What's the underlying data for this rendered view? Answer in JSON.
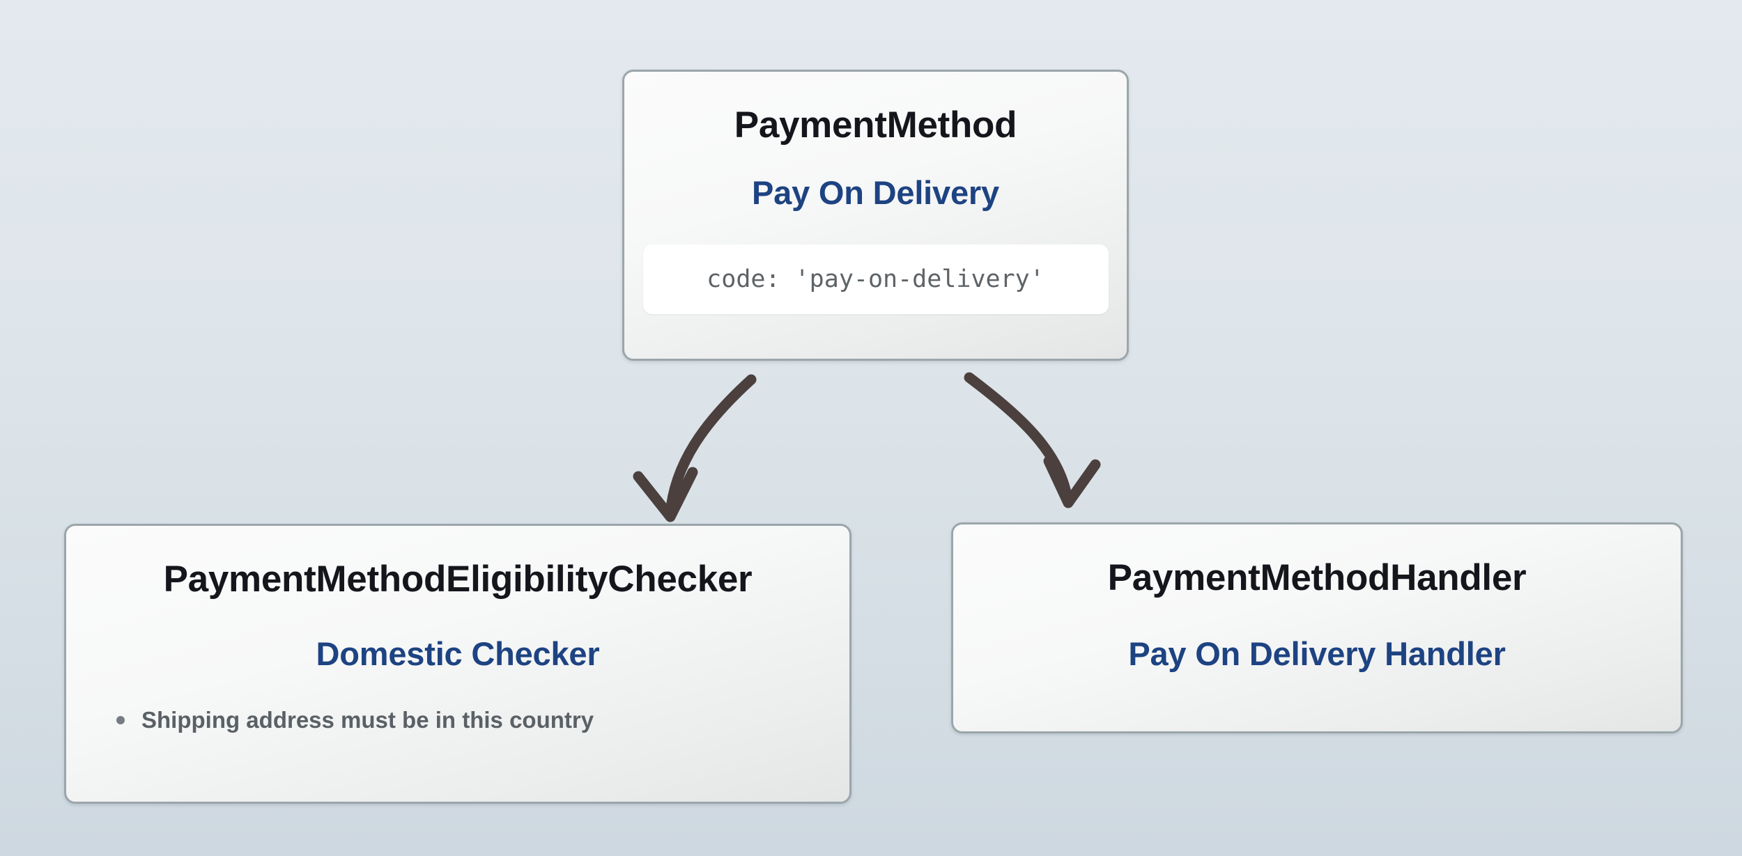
{
  "diagram": {
    "background_top_color": "#e3e9ee",
    "background_bottom_color": "#ced8e0",
    "node_border_color": "#9ba6ab",
    "type_label_color": "#14161c",
    "title_color": "#1d4382",
    "rule_text_color": "#5a6166",
    "code_text_color": "#5d6367",
    "edge_color": "#4b403e"
  },
  "nodes": {
    "payment_method": {
      "type_label": "PaymentMethod",
      "title": "Pay On Delivery",
      "code": "code: 'pay-on-delivery'"
    },
    "eligibility_checker": {
      "type_label": "PaymentMethodEligibilityChecker",
      "title": "Domestic Checker",
      "rules": [
        "Shipping address must be in this country"
      ]
    },
    "handler": {
      "type_label": "PaymentMethodHandler",
      "title": "Pay On Delivery Handler"
    }
  },
  "edges": [
    {
      "from": "payment_method",
      "to": "eligibility_checker",
      "style": "curved-arrow"
    },
    {
      "from": "payment_method",
      "to": "handler",
      "style": "curved-arrow"
    }
  ]
}
